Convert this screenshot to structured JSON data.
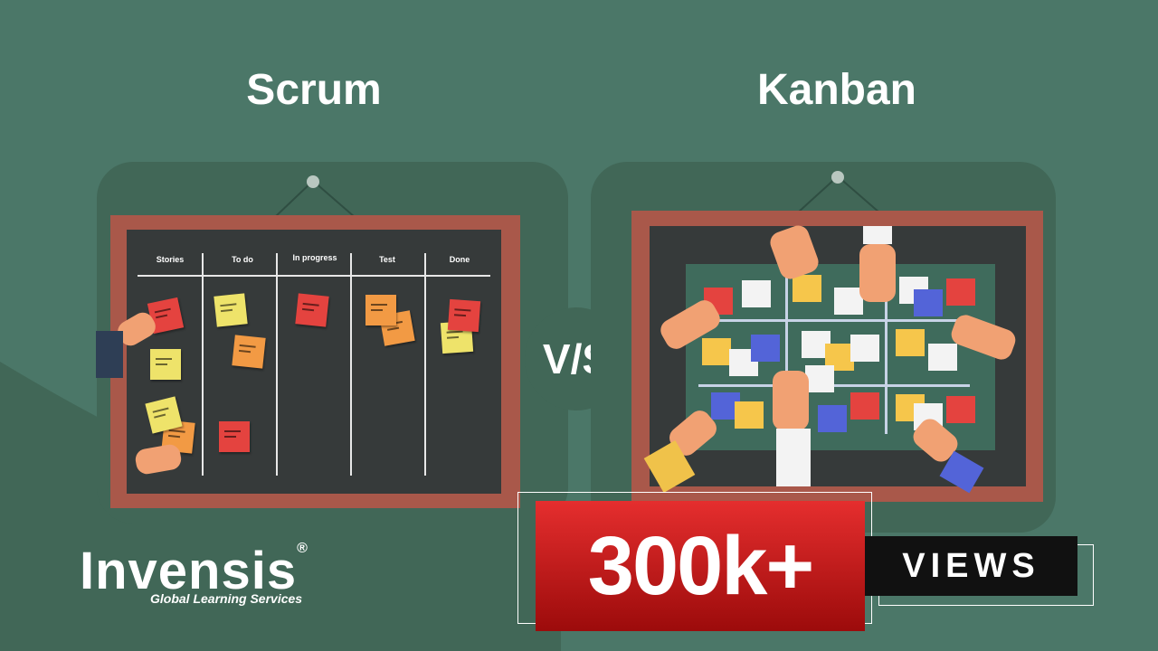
{
  "titles": {
    "left": "Scrum",
    "right": "Kanban"
  },
  "scrum_board": {
    "columns": [
      "Stories",
      "To do",
      "In progress",
      "Test",
      "Done"
    ]
  },
  "vs_label": "V/S",
  "views": {
    "count": "300k+",
    "label": "VIEWS"
  },
  "logo": {
    "name": "Invensis",
    "tagline": "Global Learning Services",
    "mark": "®"
  },
  "colors": {
    "background": "#4b7768",
    "panel": "#416757",
    "frame": "#a9584a",
    "board": "#363a3a",
    "note_red": "#e4433f",
    "note_yellow": "#eee36a",
    "note_orange": "#f29a44",
    "note_blue": "#5364d8",
    "views_red": "#d41f1f"
  }
}
